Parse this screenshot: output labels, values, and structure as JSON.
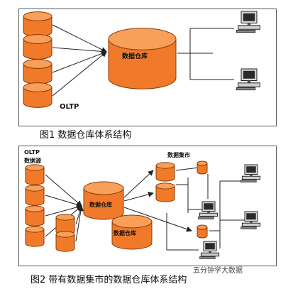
{
  "figure1": {
    "caption": "图1 数据仓库体系结构",
    "oltp_label": "OLTP",
    "warehouse_label": "数据仓库",
    "source_db_count": 4,
    "client_count": 2
  },
  "figure2": {
    "caption": "图2 带有数据集市的数据仓库体系结构",
    "oltp_label": "OLTP",
    "source_label": "数据源",
    "mart_label": "数据集市",
    "warehouse_label": "数据仓库",
    "other_store_label": "数据仓库"
  },
  "watermark": {
    "text": "五分钟学大数据"
  },
  "colors": {
    "cylinder_fill": "#f07a2a",
    "cylinder_stroke": "#8a3a08",
    "line": "#222222"
  }
}
